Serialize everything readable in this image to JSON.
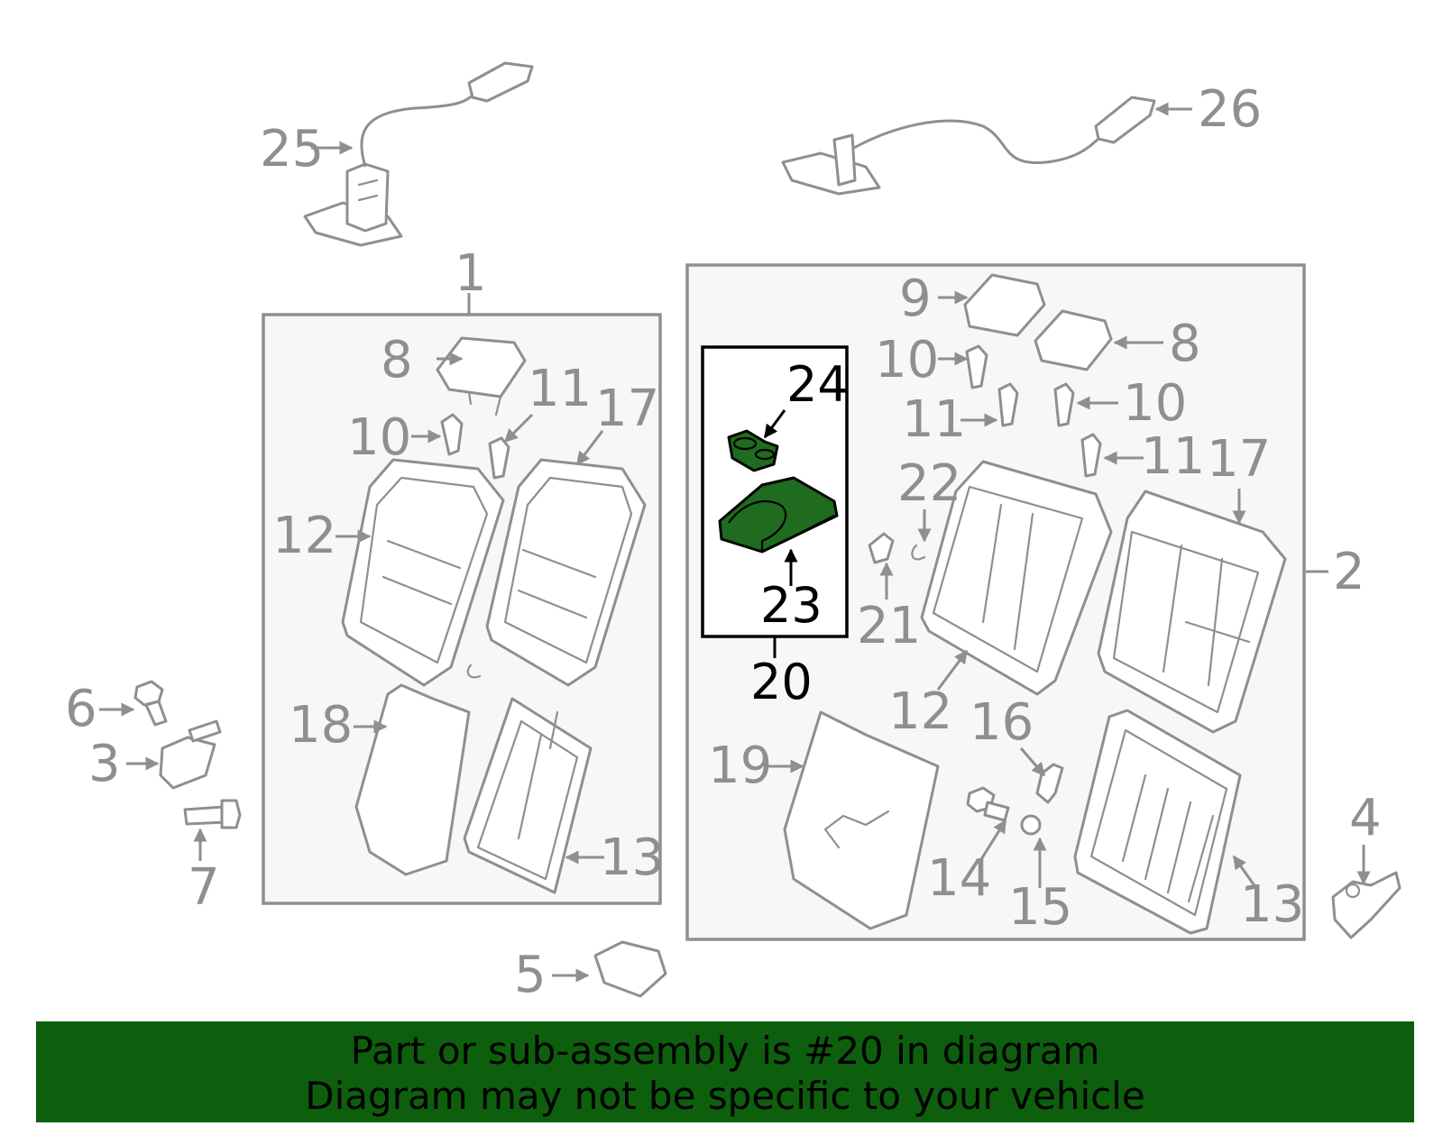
{
  "labels": {
    "l1": "1",
    "l2": "2",
    "l3": "3",
    "l4": "4",
    "l5": "5",
    "l6": "6",
    "l7": "7",
    "l8a": "8",
    "l8b": "8",
    "l9": "9",
    "l10a": "10",
    "l10b": "10",
    "l10c": "10",
    "l11a": "11",
    "l11b": "11",
    "l11c": "11",
    "l12a": "12",
    "l12b": "12",
    "l13a": "13",
    "l13b": "13",
    "l14": "14",
    "l15": "15",
    "l16": "16",
    "l17a": "17",
    "l17b": "17",
    "l18": "18",
    "l19": "19",
    "l20": "20",
    "l21": "21",
    "l22": "22",
    "l23": "23",
    "l24": "24",
    "l25": "25",
    "l26": "26"
  },
  "highlight": {
    "part_number": "20",
    "fill_color": "#1f6b1f"
  },
  "banner": {
    "line1": "Part or sub-assembly is #20 in diagram",
    "line2": "Diagram may not be specific to your vehicle",
    "background": "#0d5f0d"
  }
}
